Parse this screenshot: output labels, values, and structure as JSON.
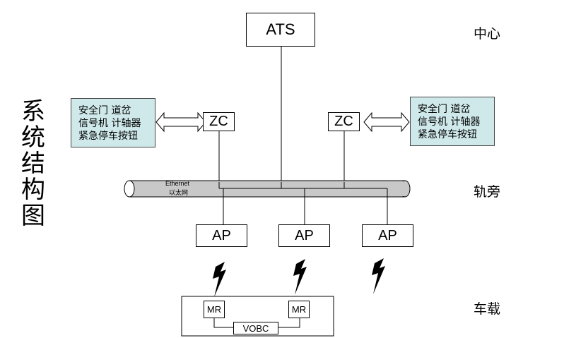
{
  "title": "系统结构图",
  "tiers": {
    "center": "中心",
    "trackside": "轨旁",
    "onboard": "车载"
  },
  "ats_label": "ATS",
  "zc_left_label": "ZC",
  "zc_right_label": "ZC",
  "devices_left": [
    "安全门  道岔",
    "信号机  计轴器",
    "紧急停车按钮"
  ],
  "devices_right": [
    "安全门  道岔",
    "信号机  计轴器",
    "紧急停车按钮"
  ],
  "ethernet_label": "Ethernet",
  "ethernet_label_cn": "以太网",
  "ap_labels": [
    "AP",
    "AP",
    "AP"
  ],
  "mr_left_label": "MR",
  "mr_right_label": "MR",
  "vobc_label": "VOBC"
}
